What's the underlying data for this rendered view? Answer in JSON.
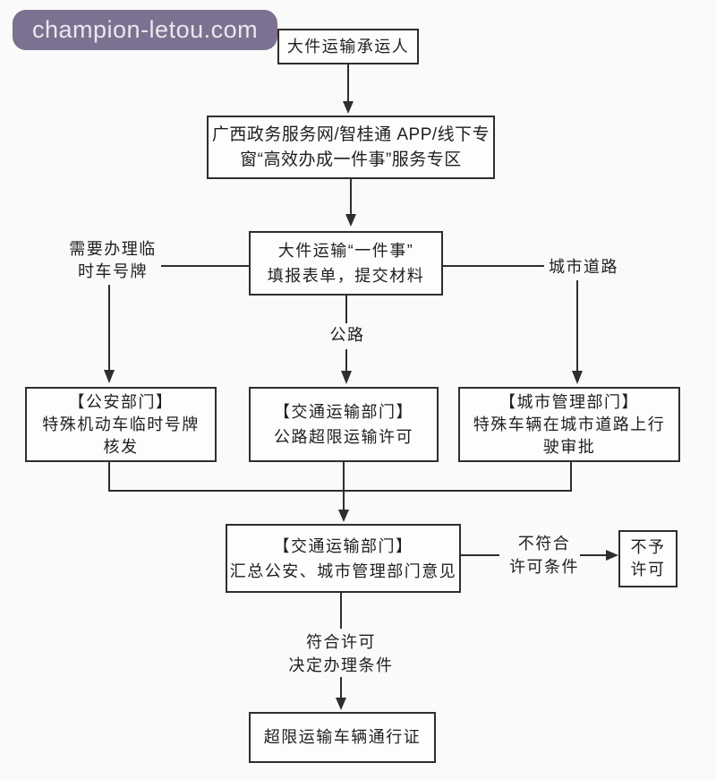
{
  "watermark": {
    "label": "champion-letou.com",
    "bg_color": "#7c7190",
    "text_color": "#eae7ef"
  },
  "flowchart": {
    "line_color": "#2e2e2e",
    "nodes": {
      "carrier": {
        "text": "大件运输承运人"
      },
      "portal": {
        "text": "广西政务服务网/智桂通 APP/线下专\n窗“高效办成一件事”服务专区"
      },
      "form": {
        "text": "大件运输“一件事”\n填报表单，提交材料"
      },
      "police": {
        "text": "【公安部门】\n特殊机动车临时号牌\n核发"
      },
      "transport": {
        "text": "【交通运输部门】\n公路超限运输许可"
      },
      "city": {
        "text": "【城市管理部门】\n特殊车辆在城市道路上行\n驶审批"
      },
      "summary": {
        "text": "【交通运输部门】\n汇总公安、城市管理部门意见"
      },
      "deny": {
        "text": "不予\n许可"
      },
      "permit": {
        "text": "超限运输车辆通行证"
      }
    },
    "edge_labels": {
      "temp_plate": "需要办理临\n时车号牌",
      "highway": "公路",
      "city_road": "城市道路",
      "not_meet": "不符合\n许可条件",
      "meet": "符合许可\n决定办理条件"
    }
  }
}
